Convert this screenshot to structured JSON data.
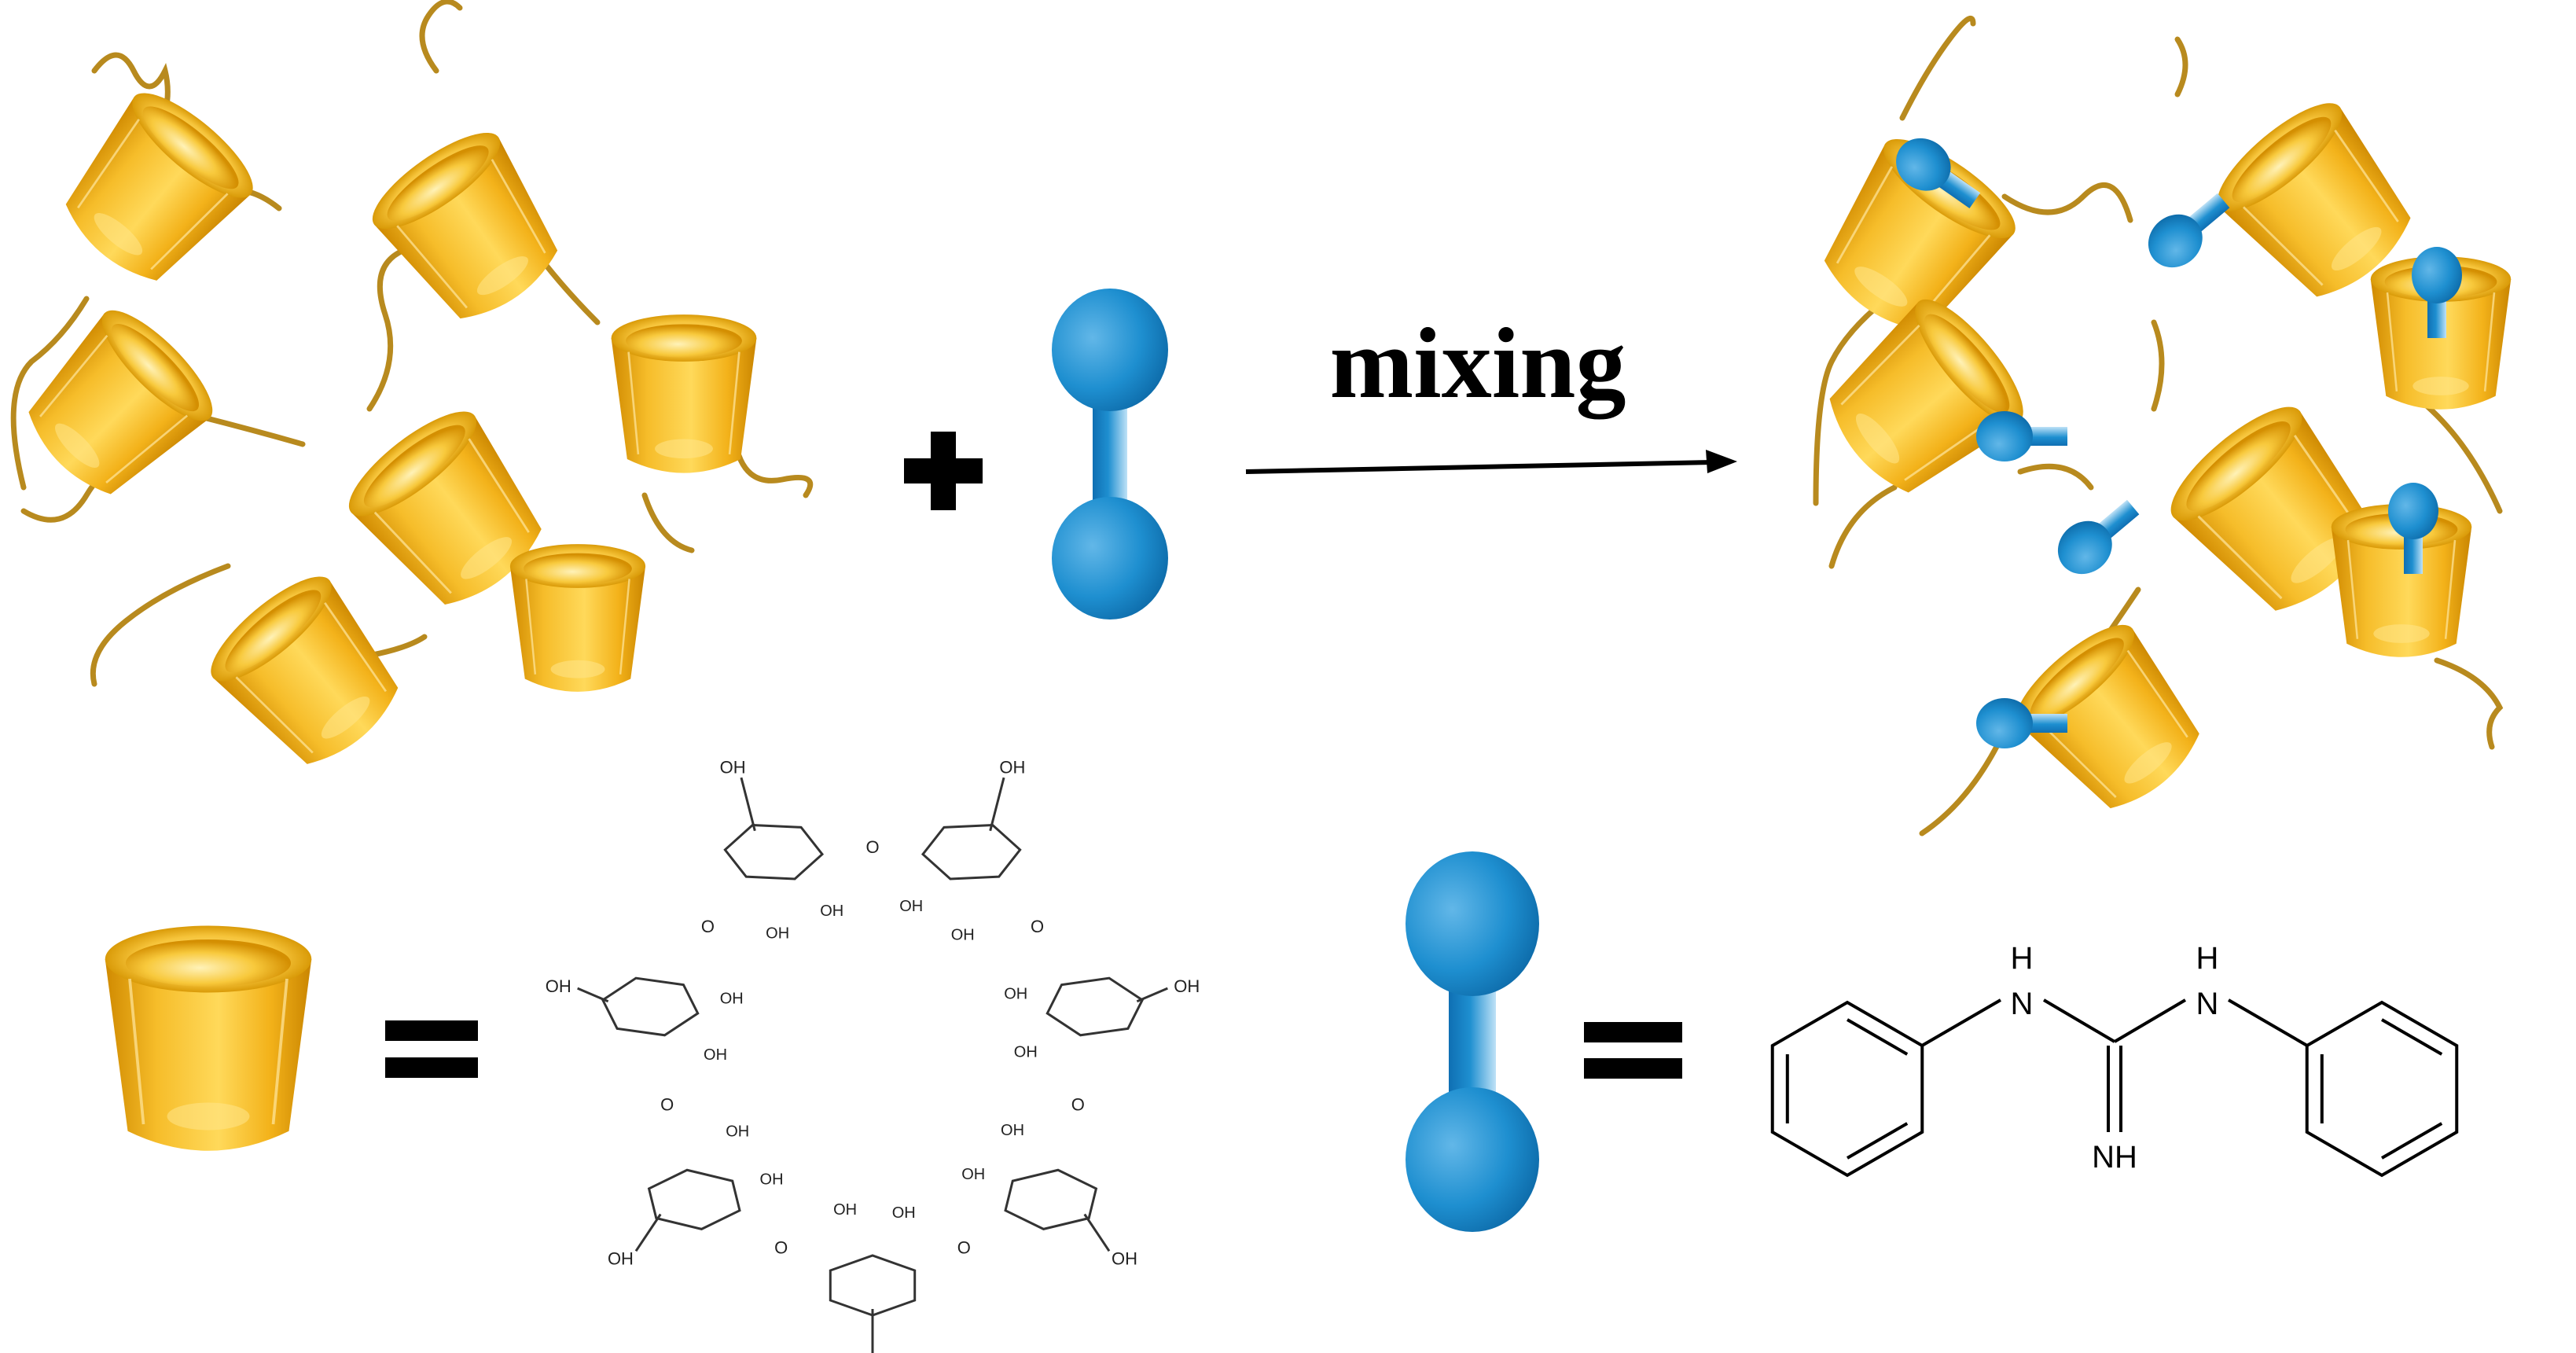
{
  "reaction": {
    "arrow_label": "mixing"
  },
  "legend": {
    "host_molecule": {
      "atom_label": "OH"
    },
    "guest_molecule": {
      "nh_top_left": "H",
      "n_top_left": "N",
      "nh_top_right": "H",
      "n_top_right": "N",
      "imine": "NH"
    }
  },
  "colors": {
    "cup_gold": "#f3b21a",
    "cup_dark": "#d08a00",
    "chain": "#b88a1e",
    "guest_blue": "#1e8fd0",
    "guest_light": "#a8d6f2"
  }
}
